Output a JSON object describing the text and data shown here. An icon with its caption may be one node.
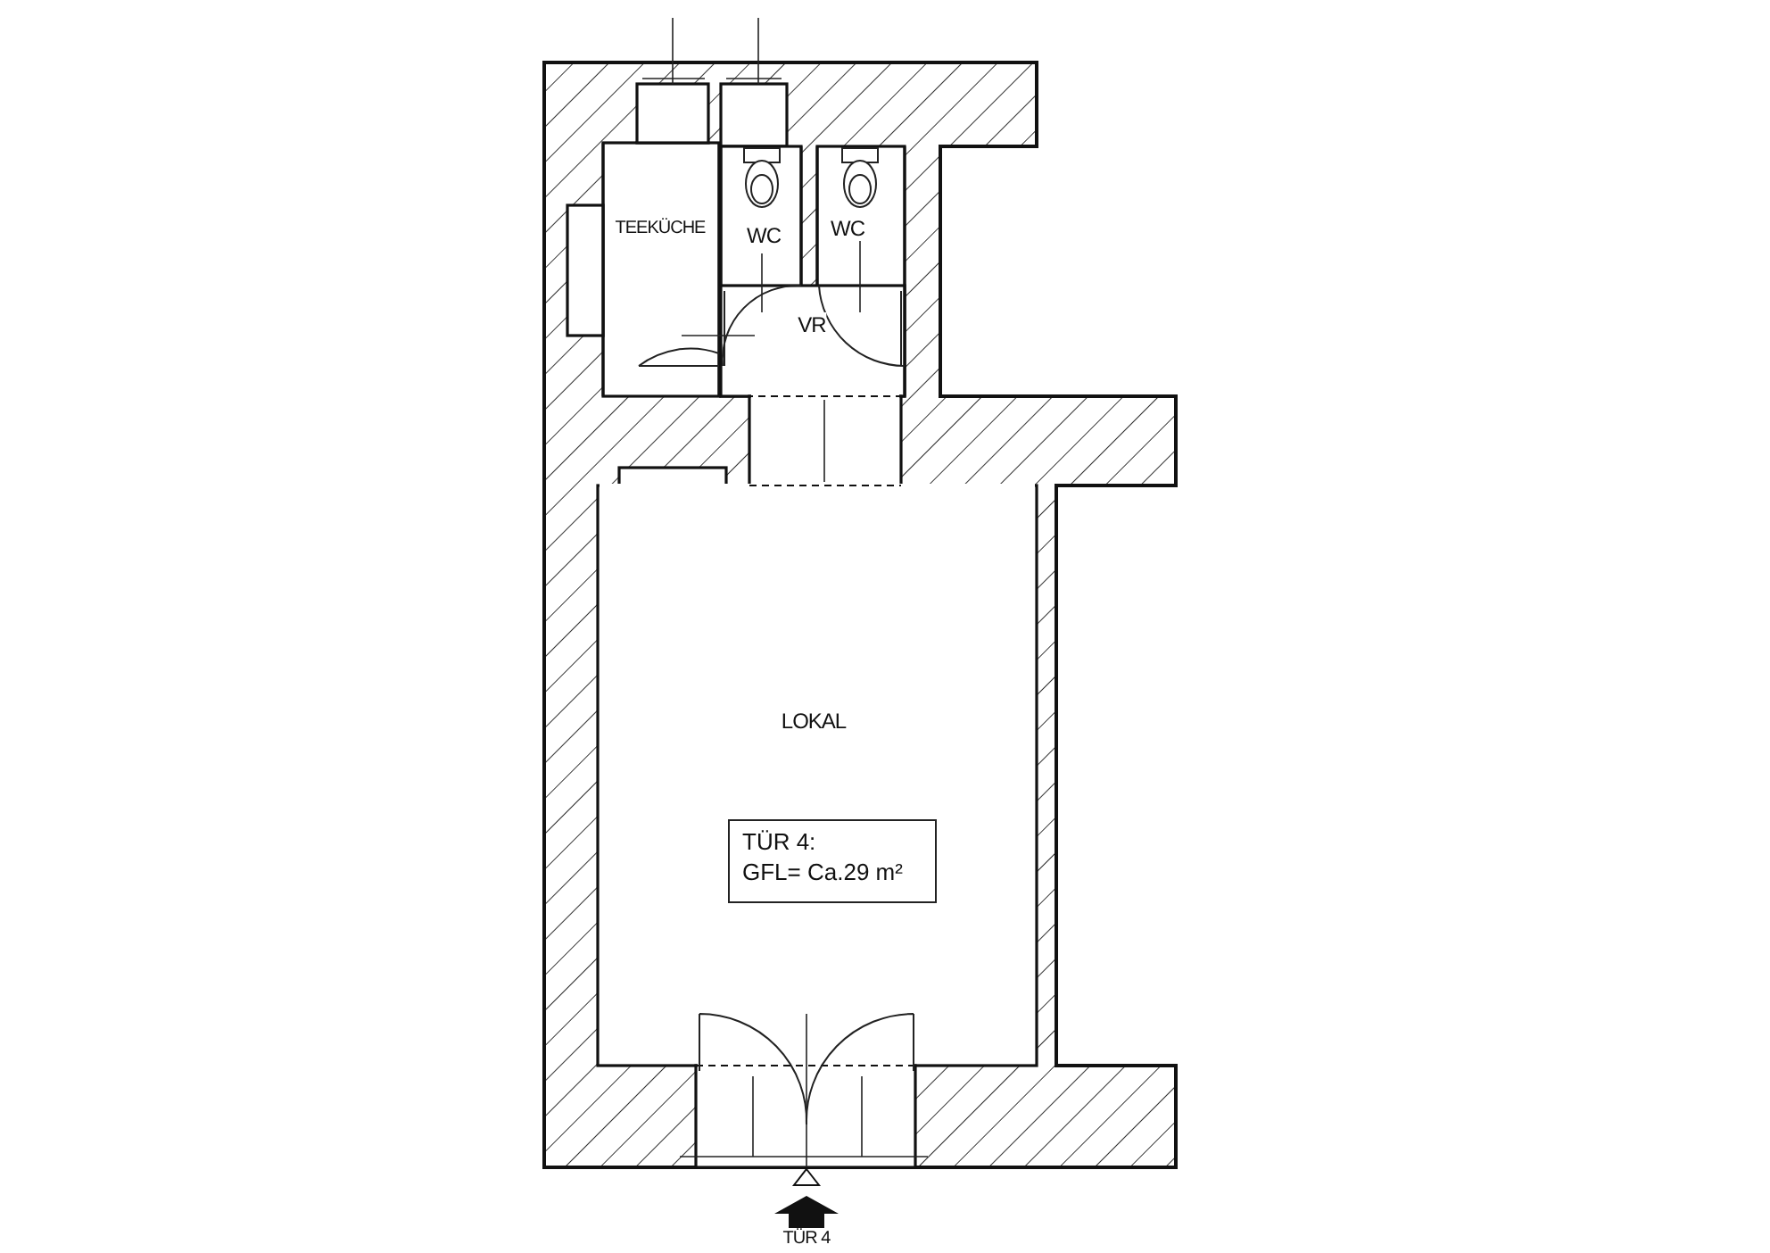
{
  "diagram": {
    "nodes": [
      {
        "text": [
          "TÜR 4:",
          "GFL= Ca.29 m²"
        ]
      }
    ],
    "labels": [
      "TEEKÜCHE",
      "WC",
      "WC",
      "VR",
      "LOKAL",
      "TÜR 4"
    ]
  }
}
